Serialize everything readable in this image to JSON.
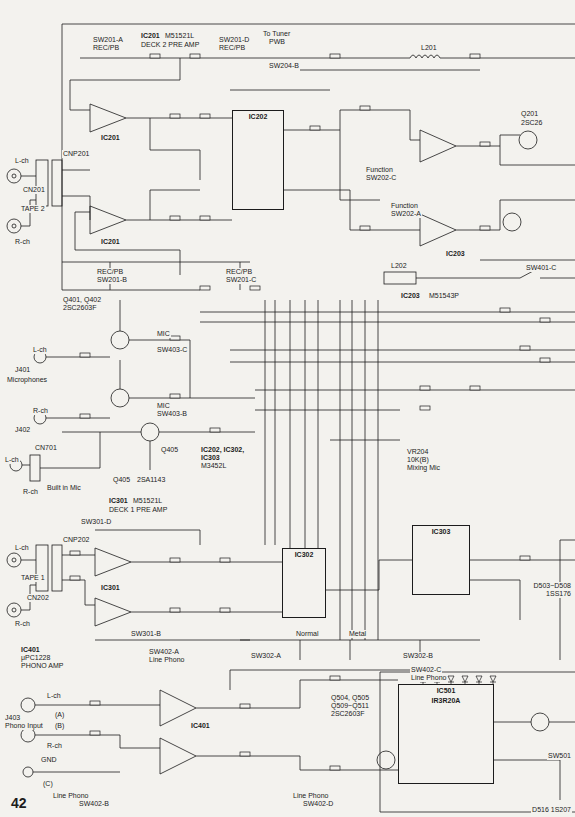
{
  "diagram": {
    "nodes": [
      {
        "text": [
          "IC202"
        ]
      },
      {
        "text": [
          "IC302"
        ]
      },
      {
        "text": [
          "IC303"
        ]
      },
      {
        "text": [
          "IC501",
          "IR3R20A"
        ]
      }
    ],
    "edges": [
      {
        "from": 1,
        "to": 2,
        "arrow": "none"
      }
    ],
    "labels": [
      "SW201-A",
      "REC/PB",
      "IC201",
      "M51521L",
      "DECK 2 PRE AMP",
      "SW201-D",
      "REC/PB",
      "To Tuner",
      "PWB",
      "SW204-B",
      "L201",
      "Q201",
      "2SC26",
      "L-ch",
      "CN201",
      "CNP201",
      "TAPE 2",
      "R-ch",
      "IC201",
      "IC201",
      "Function",
      "SW202-C",
      "Function",
      "SW202-A",
      "IC203",
      "L202",
      "IC203",
      "M51543P",
      "SW401-C",
      "REC/PB",
      "SW201-B",
      "REC/PB",
      "SW201-C",
      "Q401, Q402",
      "2SC2603F",
      "J401",
      "L-ch",
      "Microphones",
      "J402",
      "R-ch",
      "MIC",
      "SW403-C",
      "MIC",
      "SW403-B",
      "Q405",
      "CN701",
      "L-ch",
      "R-ch",
      "Built in Mic",
      "Q405",
      "2SA1143",
      "IC301",
      "M51521L",
      "DECK 1 PRE AMP",
      "IC202, IC302,",
      "IC303",
      "M3452L",
      "VR204",
      "10K(B)",
      "Mixing Mic",
      "SW301-D",
      "L-ch",
      "CN202",
      "CNP202",
      "TAPE 1",
      "R-ch",
      "IC301",
      "SW301-B",
      "SW302-A",
      "SW302-B",
      "Normal",
      "Metal",
      "IC401",
      "μPC1228",
      "PHONO AMP",
      "SW402-A",
      "Line Phono",
      "SW402-C",
      "Line Phono",
      "L-ch",
      "(A)",
      "J403",
      "Phono Input",
      "R-ch",
      "(B)",
      "GND",
      "(C)",
      "Line Phono",
      "SW402-B",
      "IC401",
      "Line Phono",
      "SW402-D",
      "Q504, Q505",
      "Q509~Q511",
      "2SC2603F",
      "D503~D508",
      "1SS176",
      "SW501",
      "D516 1S207",
      "42"
    ]
  }
}
